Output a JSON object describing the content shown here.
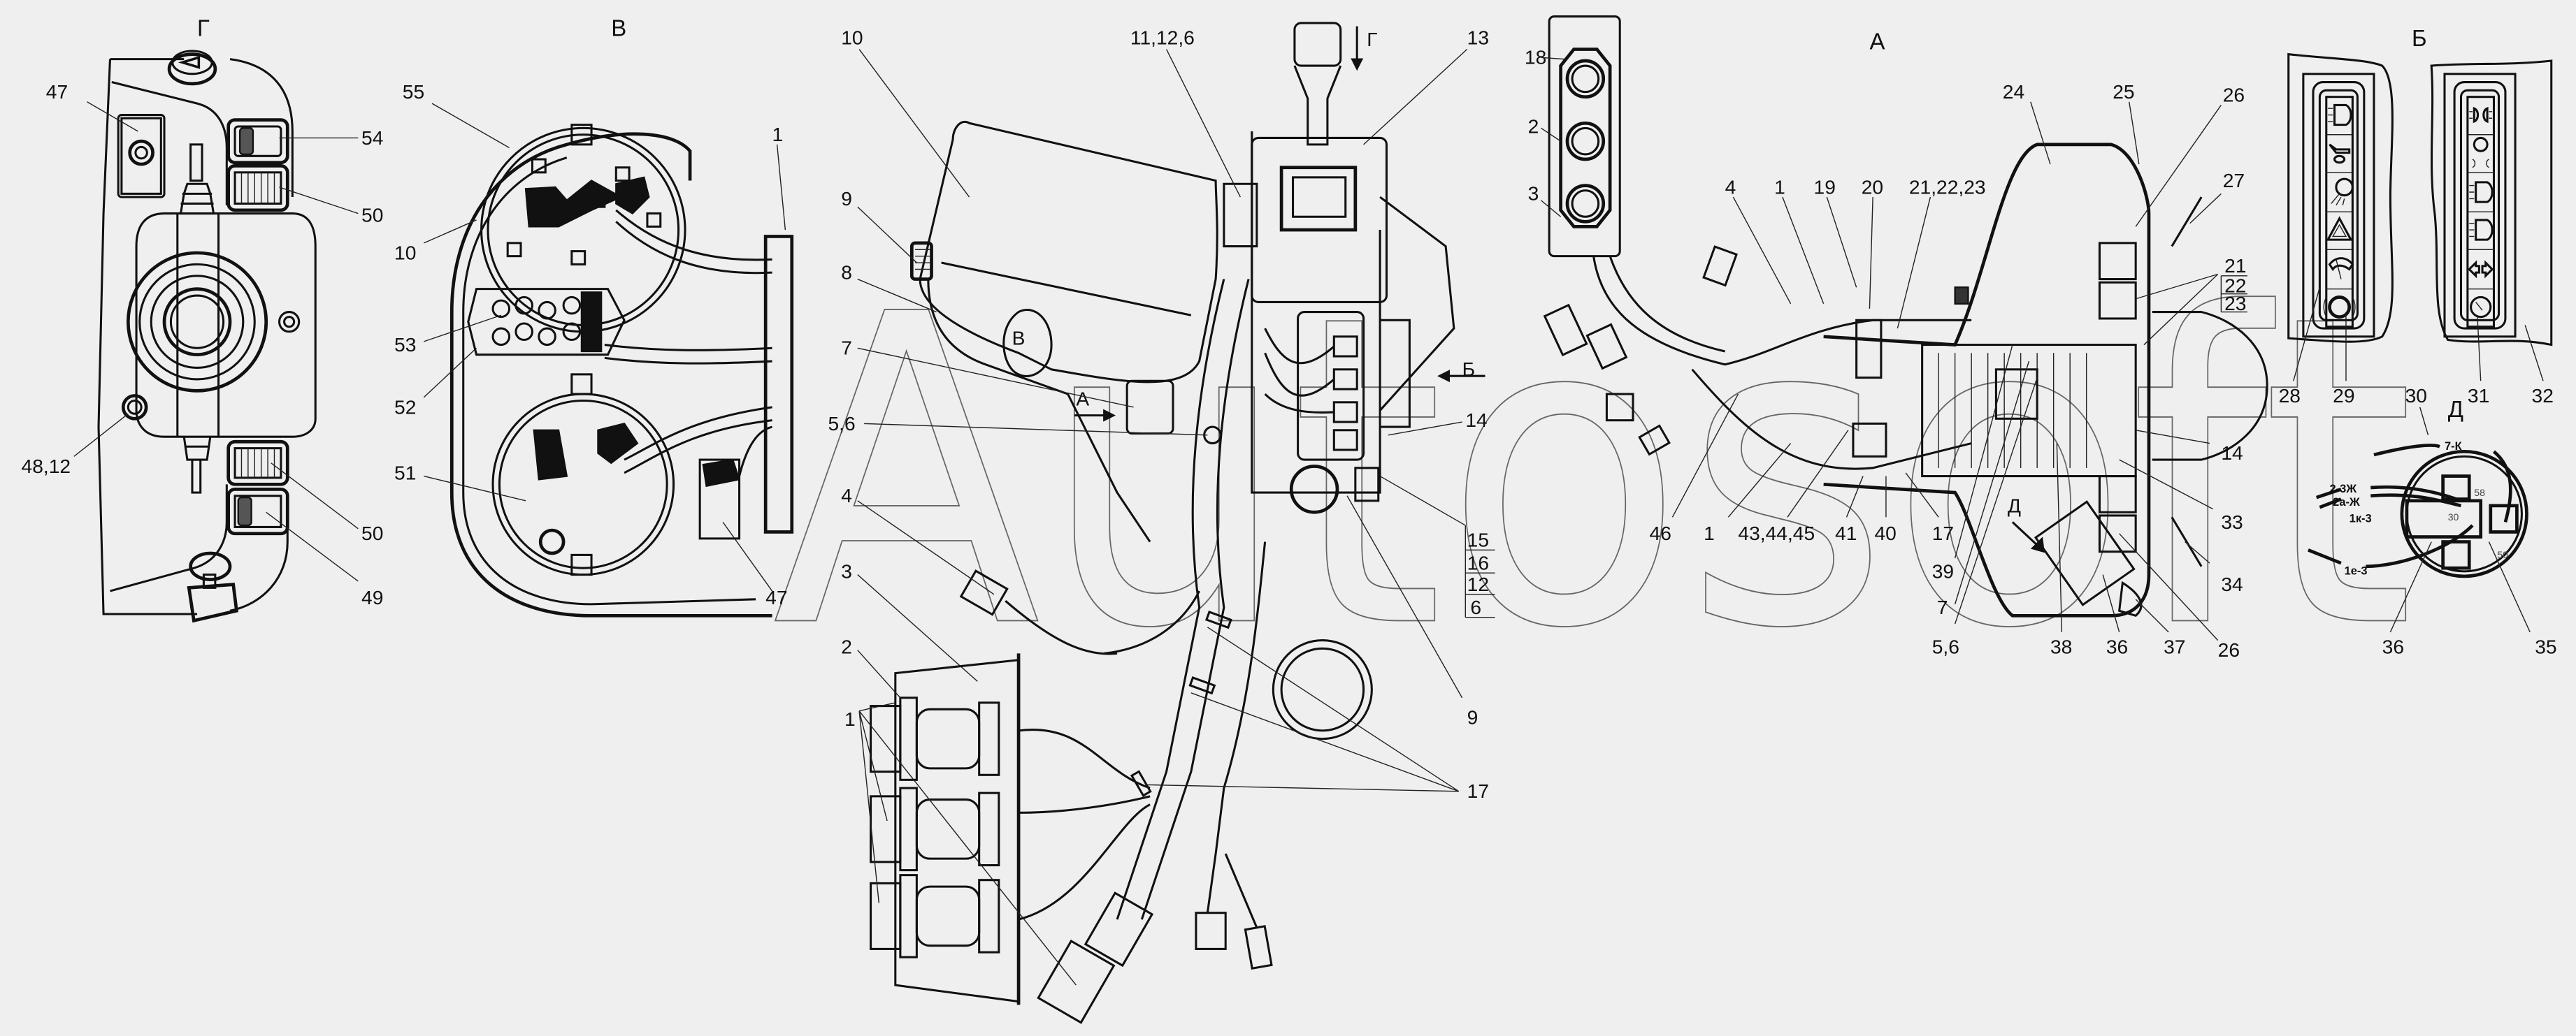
{
  "drawing": {
    "title": "Harness installation drawing — control console",
    "watermark": "Autosoft",
    "background_color": "#efefef",
    "line_color": "#111111"
  },
  "views": {
    "G": {
      "title": "Г",
      "labels": [
        "47",
        "54",
        "50",
        "48,12",
        "50",
        "49"
      ]
    },
    "V": {
      "title": "В",
      "labels": [
        "55",
        "10",
        "53",
        "52",
        "51",
        "47",
        "1"
      ]
    },
    "main": {
      "labels": [
        "10",
        "11,12,6",
        "13",
        "9",
        "8",
        "7",
        "5,6",
        "4",
        "3",
        "2",
        "1",
        "14",
        "9",
        "17"
      ],
      "stack_15_16_12_6": [
        "15",
        "16",
        "12",
        "6"
      ],
      "view_markers": {
        "G_arrow": "Г",
        "B_arrow": "Б",
        "A_arrow": "А",
        "V_callout": "В"
      }
    },
    "A": {
      "title": "А",
      "connector_panel_labels": [
        "18",
        "2",
        "3"
      ],
      "top_labels": [
        "4",
        "1",
        "19",
        "20",
        "21,22,23",
        "24",
        "25",
        "26",
        "27"
      ],
      "stack_21_22_23": [
        "21",
        "22",
        "23"
      ],
      "bottom_labels": [
        "46",
        "1",
        "43,44,45",
        "41",
        "40",
        "17",
        "39",
        "7",
        "5,6",
        "38",
        "36",
        "37",
        "26"
      ],
      "right_labels": [
        "14",
        "33",
        "34"
      ],
      "D_marker": "Д"
    },
    "B": {
      "title": "Б",
      "labels": [
        "28",
        "29",
        "30",
        "31",
        "32"
      ],
      "left_switch_icons": [
        "headlight-high-beam-icon",
        "horn-icon",
        "work-light-icon",
        "hazard-triangle-icon",
        "wiper-washer-icon",
        "brake-indicator-icon"
      ],
      "right_switch_icons": [
        "side-lights-icon",
        "dashboard-illumination-icon",
        "headlight-icon",
        "headlight-icon",
        "turn-signal-arrows-icon",
        "speedometer-icon"
      ]
    },
    "D": {
      "title": "Д",
      "wire_labels": [
        "7-К",
        "2-3Ж",
        "2а-Ж",
        "1к-3",
        "1е-3"
      ],
      "terminal_labels": [
        "58",
        "30",
        "50"
      ],
      "labels": [
        "36",
        "35"
      ]
    }
  }
}
